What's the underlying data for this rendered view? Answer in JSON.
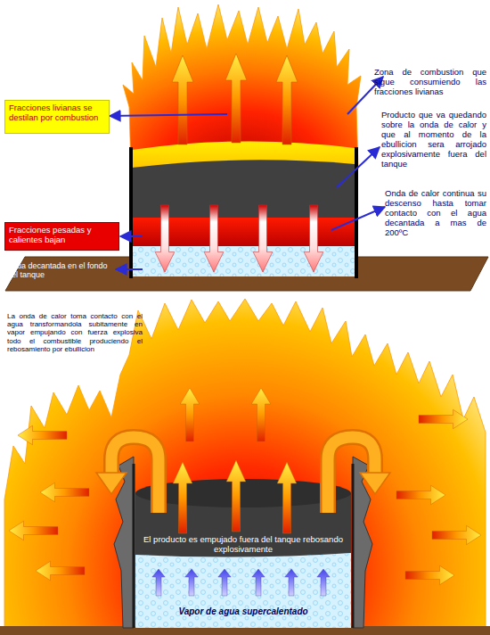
{
  "diagram": {
    "nodes": [
      {
        "text": [
          "Fracciones livianas se destilan por combustion"
        ]
      },
      {
        "text": [
          "Fracciones pesadas y calientes bajan"
        ]
      },
      {
        "text": [
          "El producto es empujado fuera del tanque rebosando explosivamente"
        ]
      },
      {
        "text": [
          "Vapor de agua supercalentado"
        ]
      }
    ],
    "labels": [
      "Zona de combustion que sigue consumiendo las fracciones livianas",
      "Producto que va quedando sobre la onda de calor y que al momento de la ebullicion sera arrojado explosivamente fuera del tanque",
      "Onda de calor continua su descenso hasta tomar contacto con el agua decantada a mas de 200ºC",
      "Agua decantada en el fondo del tanque",
      "La onda de calor toma contacto con el agua transformandola subitamente en vapor empujando con fuerza explosiva todo el combustible produciendo el rebosamiento por ebullicion"
    ]
  }
}
